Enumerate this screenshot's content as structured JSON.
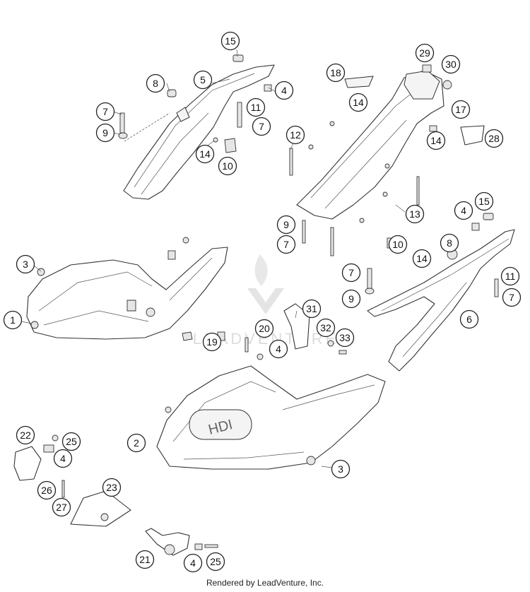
{
  "diagram": {
    "watermark_text": "LEADVENTURE",
    "panel_emblem_text": "HDI",
    "footer_text": "Rendered by LeadVenture, Inc.",
    "callouts": [
      "15",
      "8",
      "5",
      "4",
      "7",
      "11",
      "9",
      "7",
      "14",
      "10",
      "29",
      "30",
      "18",
      "14",
      "17",
      "12",
      "14",
      "28",
      "13",
      "9",
      "7",
      "4",
      "15",
      "10",
      "8",
      "14",
      "3",
      "1",
      "7",
      "11",
      "9",
      "7",
      "6",
      "31",
      "20",
      "32",
      "33",
      "19",
      "4",
      "2",
      "22",
      "25",
      "4",
      "3",
      "23",
      "26",
      "27",
      "21",
      "4",
      "25"
    ]
  }
}
